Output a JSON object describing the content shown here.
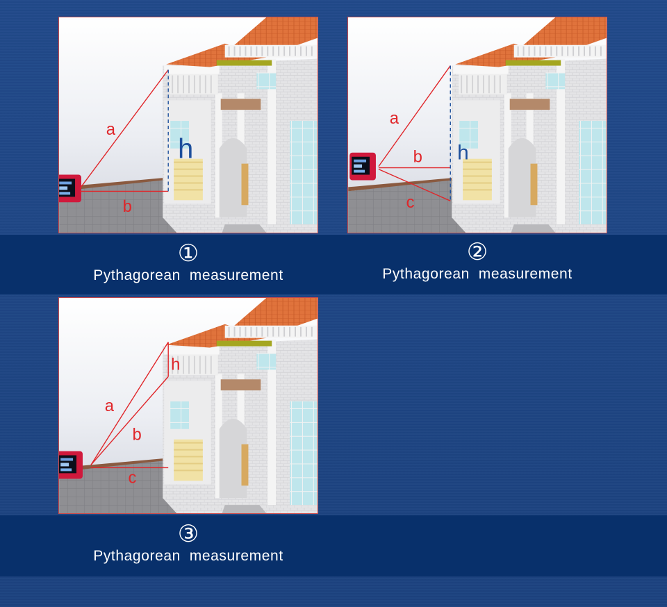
{
  "panels": [
    {
      "number": "①",
      "title": "Pythagorean  measurement",
      "labels": {
        "a": "a",
        "b": "b",
        "h": "h"
      }
    },
    {
      "number": "②",
      "title": "Pythagorean  measurement",
      "labels": {
        "a": "a",
        "b": "b",
        "c": "c",
        "h": "h"
      }
    },
    {
      "number": "③",
      "title": "Pythagorean  measurement",
      "labels": {
        "a": "a",
        "b": "b",
        "c": "c",
        "h": "h"
      }
    }
  ],
  "colors": {
    "background": "#1e4583",
    "band": "#08306b",
    "line": "#e0262a",
    "h_line": "#1d4f9c",
    "frame": "#c9494a"
  }
}
